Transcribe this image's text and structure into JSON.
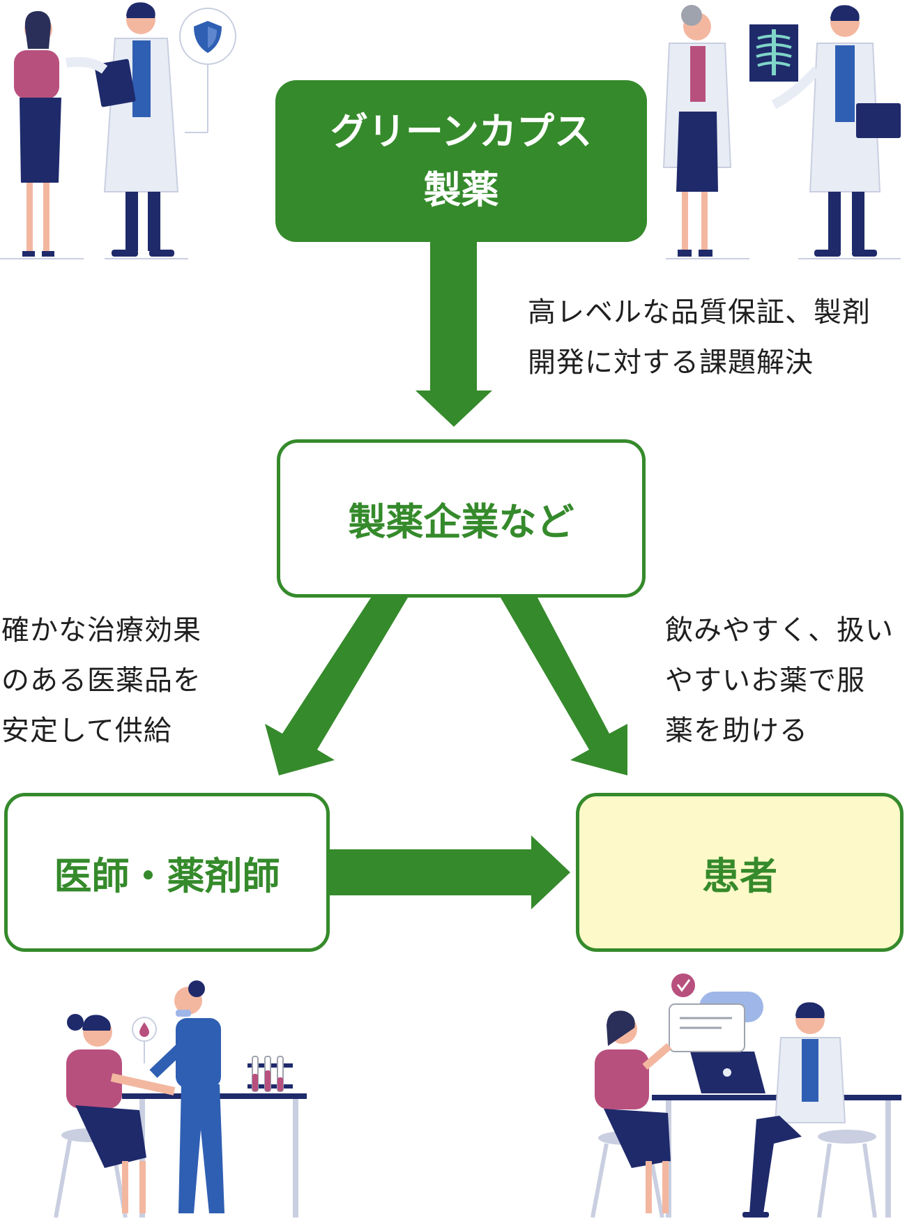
{
  "colors": {
    "green": "#358a2b",
    "patient_fill": "#fdf9c8",
    "text": "#1f1f1f",
    "illustration_pink": "#b8507e",
    "illustration_navy": "#1f2a6b",
    "illustration_blue": "#2f5fb3",
    "illustration_coat": "#e8ecf5"
  },
  "nodes": {
    "top": "グリーンカプス\n製薬",
    "middle": "製薬企業など",
    "left": "医師・薬剤師",
    "right": "患者"
  },
  "notes": {
    "top": "高レベルな品質保証、製剤\n開発に対する課題解決",
    "left": "確かな治療効果\nのある医薬品を\n安定して供給",
    "right": "飲みやすく、扱い\nやすいお薬で服\n薬を助ける"
  },
  "icons": {
    "top_left_badge": "shield-icon",
    "top_right_badge": "xray-icon",
    "bottom_left_badge": "blood-drop-icon",
    "bottom_right_badge": "checkmark-icon"
  }
}
